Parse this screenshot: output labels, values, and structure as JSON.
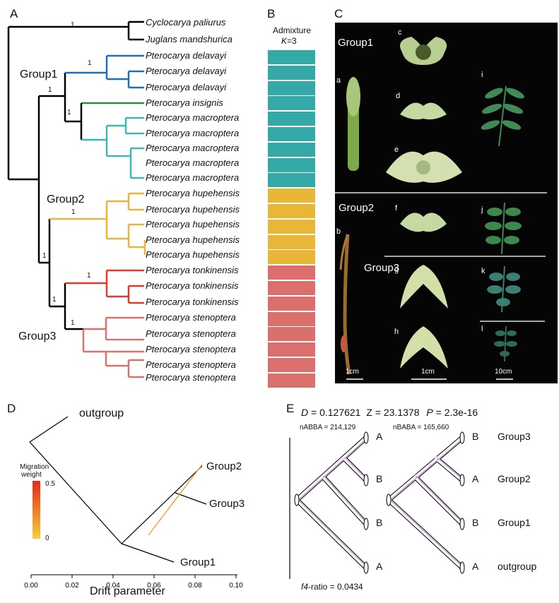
{
  "panels": {
    "a": "A",
    "b": "B",
    "c": "C",
    "d": "D",
    "e": "E"
  },
  "tree": {
    "taxa": [
      "Cyclocarya paliurus",
      "Juglans mandshurica",
      "Pterocarya delavayi",
      "Pterocarya delavayi",
      "Pterocarya delavayi",
      "Pterocarya insignis",
      "Pterocarya macroptera",
      "Pterocarya macroptera",
      "Pterocarya macroptera",
      "Pterocarya macroptera",
      "Pterocarya macroptera",
      "Pterocarya hupehensis",
      "Pterocarya hupehensis",
      "Pterocarya hupehensis",
      "Pterocarya hupehensis",
      "Pterocarya hupehensis",
      "Pterocarya tonkinensis",
      "Pterocarya tonkinensis",
      "Pterocarya tonkinensis",
      "Pterocarya stenoptera",
      "Pterocarya stenoptera",
      "Pterocarya stenoptera",
      "Pterocarya stenoptera",
      "Pterocarya stenoptera"
    ],
    "groups": [
      "Group1",
      "Group2",
      "Group3"
    ],
    "support": "1",
    "colors": {
      "outgroup": "#000000",
      "delavayi": "#1f6fb8",
      "insignis": "#2e8b3a",
      "macroptera": "#3fb8b4",
      "hupehensis": "#e9b53c",
      "tonkinensis": "#e03a2f",
      "stenoptera": "#d9736a"
    }
  },
  "admixture": {
    "title": "Admixture",
    "k_label": "K",
    "k_value": "=3",
    "clusters": [
      0,
      0,
      0,
      0,
      0,
      0,
      0,
      0,
      0,
      1,
      1,
      1,
      1,
      1,
      2,
      2,
      2,
      2,
      2,
      2,
      2,
      2
    ],
    "colors": [
      "#35a9a8",
      "#e8b738",
      "#db6f6c"
    ]
  },
  "photos": {
    "groups": [
      "Group1",
      "Group2",
      "Group3"
    ],
    "letters": [
      "a",
      "b",
      "c",
      "d",
      "e",
      "f",
      "g",
      "h",
      "i",
      "j",
      "k",
      "l"
    ],
    "scales": [
      "1cm",
      "1cm",
      "10cm"
    ]
  },
  "treemix": {
    "labels": [
      "outgroup",
      "Group2",
      "Group3",
      "Group1"
    ],
    "legend_title_1": "Migration",
    "legend_title_2": "weight",
    "legend_max": "0.5",
    "legend_min": "0",
    "xticks": [
      "0.00",
      "0.02",
      "0.04",
      "0.06",
      "0.08",
      "0.10"
    ],
    "xlabel": "Drift parameter",
    "migration_weight_color": "#f0a030"
  },
  "dstat": {
    "d_label": "D",
    "d_value": " = 0.127621",
    "z_text": "Z = 23.1378",
    "p_label": "P",
    "p_value": " = 2.3e-16",
    "nabba": "nABBA = 214,129",
    "nbaba": "nBABA = 165,660",
    "left_tips": [
      "A",
      "B",
      "B",
      "A"
    ],
    "right_tips": [
      "B",
      "A",
      "B",
      "A"
    ],
    "group_labels": [
      "Group3",
      "Group2",
      "Group1",
      "outgroup"
    ],
    "f4_label": "f4",
    "f4_value": "-ratio = 0.0434"
  }
}
